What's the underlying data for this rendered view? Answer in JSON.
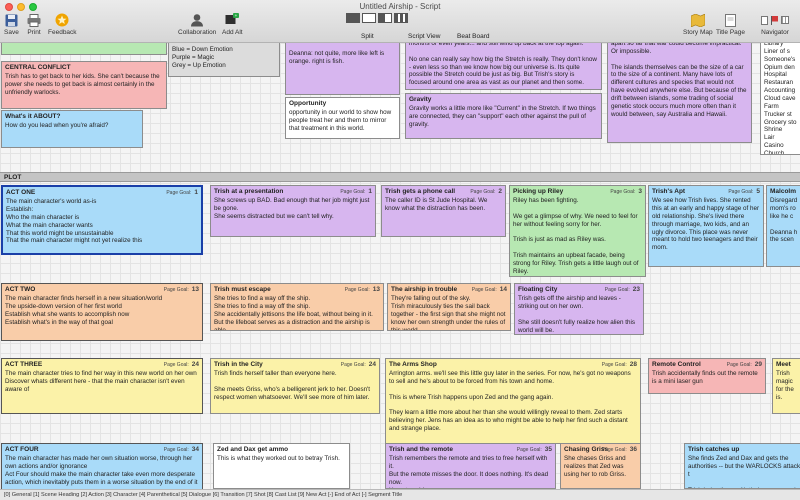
{
  "window": {
    "title": "Untitled Airship - Script"
  },
  "toolbar": {
    "save": "Save",
    "print": "Print",
    "feedback": "Feedback",
    "collaboration": "Collaboration",
    "add_alt": "Add Alt",
    "split": "Split",
    "script_view": "Script View",
    "beat_board": "Beat Board",
    "story_map": "Story Map",
    "title_page": "Title Page",
    "navigator": "Navigator"
  },
  "plot_label": "PLOT",
  "page_goal_label": "Page Goal:",
  "top_cards": [
    {
      "id": "legend",
      "title": "",
      "body": "Blue = Down Emotion\nPurple = Magic\nGrey = Up Emotion"
    },
    {
      "id": "central-conflict",
      "title": "CENTRAL CONFLICT",
      "body": "Trish has to get back to her kids. She can't because the power she needs to get back is almost certainly in the unfriendly warlocks."
    },
    {
      "id": "whats-it-about",
      "title": "What's it ABOUT?",
      "body": "How do you lead when you're afraid?"
    },
    {
      "id": "deanna",
      "title": "",
      "body": "Deanna: not quite, more like left is orange. right is fish."
    },
    {
      "id": "opportunity",
      "title": "Opportunity",
      "body": "opportunity in our world to show how people treat her and them to mirror that treatment in this world."
    },
    {
      "id": "stretch",
      "title": "",
      "body": "months or even years... and still wind up back at the top again.\n\nNo one can really say how big the Stretch is really. They don't know - even less so than we know how big our universe is. Its quite possible the Stretch could be just as big. But Trish's story is focused around one area as vast as our planet and then some."
    },
    {
      "id": "gravity",
      "title": "Gravity",
      "body": "Gravity works a little more like \"Current\" in the Stretch. If two things are connected, they can \"support\" each other against the pull of gravity."
    },
    {
      "id": "islands",
      "title": "",
      "body": "apart so far that war could become impractical. Or impossible.\n\nThe islands themselves can be the size of a car to the size of a continent. Many have lots of different cultures and species that would not have evolved anywhere else. But because of the drift between islands, some trading of social genetic stock occurs much more often than it would between, say Australia and Hawaii."
    },
    {
      "id": "places",
      "title": "",
      "body": "Library\nLiner of s\nSomeone's\nOpium den\nHospital\nRestauran\nAccounting\nCloud cave\nFarm\nTrucker st\nGrocery sto\nShrine\nLair\nCasino\nChurch"
    }
  ],
  "acts": [
    {
      "title": "ACT ONE",
      "page": "1",
      "body": "The main character's world as-is\nEstablish:\nWho the main character is\nWhat the main character wants\nThat this world might be unsustainable\nThat the main character might not yet realize this"
    },
    {
      "title": "ACT TWO",
      "page": "13",
      "body": "The main character finds herself in a new situation/world\nThe upside-down version of her first world\nEstablish what she wants to accomplish now\nEstablish what's in the way of that goal"
    },
    {
      "title": "ACT THREE",
      "page": "24",
      "body": "The main character tries to find her way in this new world on her own\nDiscover whats different here - that the main character isn't even aware of"
    },
    {
      "title": "ACT FOUR",
      "page": "34",
      "body": "The main character has made her own situation worse, through her own actions and/or ignorance\nAct Four should make the main character take even more desperate action, which inevitably puts them in a worse situation by the end of it"
    }
  ],
  "scenes": [
    {
      "title": "Trish at a presentation",
      "page": "1",
      "body": "She screws up BAD. Bad enough that her job might just be gone.\nShe seems distracted but we can't tell why."
    },
    {
      "title": "Trish gets a phone call",
      "page": "2",
      "body": "The caller ID is St Jude Hospital. We know what the distraction has been."
    },
    {
      "title": "Picking up Riley",
      "page": "3",
      "body": "Riley has been fighting.\n\nWe get a glimpse of why. We need to feel for her without feeling sorry for her.\n\nTrish is just as mad as Riley was.\n\nTrish maintains an upbeat facade, being strong for Riley. Trish gets a little laugh out of Riley."
    },
    {
      "title": "Trish's Apt",
      "page": "5",
      "body": "We see how Trish lives. She rented this at an early and happy stage of her old relationship. She's lived there through marriage, two kids, and an ugly divorce. This place was never meant to hold two teenagers and their mom."
    },
    {
      "title": "Malcolm",
      "page": "",
      "body": "Disregard\nmom's ro\nlike he c\n\nDeanna h\nthe scen"
    },
    {
      "title": "Trish must escape",
      "page": "13",
      "body": "She tries to find a way off the ship.\nShe tries to find a way off the ship.\nShe accidentally jettisons the life boat, without being in it.\nBut the lifeboat serves as a distraction and the airship is able"
    },
    {
      "title": "The airship in trouble",
      "page": "14",
      "body": "They're falling out of the sky.\nTrish miraculously ties the sail back together - the first sign that she might not know her own strength under the rules of this world."
    },
    {
      "title": "Floating City",
      "page": "23",
      "body": "Trish gets off the airship and leaves - striking out on her own.\n\nShe still doesn't fully realize how alien this world will be."
    },
    {
      "title": "Trish in the City",
      "page": "24",
      "body": "Trish finds herself taller than everyone here.\n\nShe meets Griss, who's a belligerent jerk to her. Doesn't respect women whatsoever. We'll see more of him later."
    },
    {
      "title": "The Arms Shop",
      "page": "28",
      "body": "Arrington arms. we'll see this little guy later in the series. For now, he's got no weapons to sell and he's about to be forced from his town and home.\n\nThis is where Trish happens upon Zed and the gang again.\n\nThey learn a little more about her than she would willingly reveal to them. Zed starts believing her. Jens has an idea as to who might be able to help her find such a distant and strange place."
    },
    {
      "title": "Remote Control",
      "page": "29",
      "body": "Trish accidentally finds out the remote is a mini laser gun"
    },
    {
      "title": "Meet",
      "page": "",
      "body": "Trish\nmagic\nfor the\nis."
    },
    {
      "title": "Zed and Dax get ammo",
      "page": "",
      "body": "This is what they worked out to betray Trish."
    },
    {
      "title": "Trish and the remote",
      "page": "35",
      "body": "Trish remembers the remote and tries to free herself with it.\nBut the remote misses the door. It does nothing. It's dead now.\nHe gets aside.\nAnd without realizing, she slams on the door hard enough to break it down."
    },
    {
      "title": "Chasing Griss",
      "page": "36",
      "body": "She chases Griss and realizes that Zed was using her to rob Griss."
    },
    {
      "title": "Trish catches up",
      "page": "",
      "body": "She finds Zed and Dax and gets the authorities -- but the WARLOCKS attack t\n\nTrish helps them with their escape and r... by the beasts of the warlocks -- makes..."
    }
  ],
  "status_bar": "[0] General [1] Scene Heading [2] Action [3] Character [4] Parenthetical [5] Dialogue [6] Transition [7] Shot [8] Cast List [9] New Act [-] End of Act [-] Segment Title"
}
